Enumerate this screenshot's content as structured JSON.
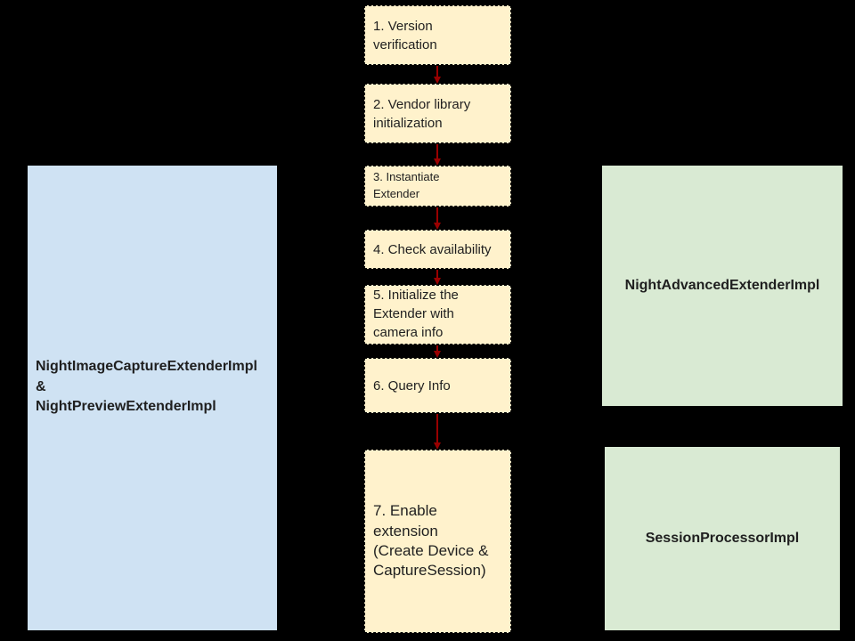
{
  "diagram": {
    "background_color": "#000000",
    "colors": {
      "step_fill": "#FFF2CC",
      "left_panel_fill": "#CFE2F3",
      "right_panel_fill": "#D9EAD3",
      "arrow": "#990000",
      "border": "#000000",
      "text": "#1f1f1f"
    },
    "steps": [
      {
        "label": "1. Version\nverification"
      },
      {
        "label": "2. Vendor library\ninitialization"
      },
      {
        "label": "3. Instantiate\nExtender"
      },
      {
        "label": "4. Check availability"
      },
      {
        "label": "5. Initialize the\nExtender with\ncamera info"
      },
      {
        "label": "6. Query Info"
      },
      {
        "label": "7. Enable\nextension\n(Create Device &\nCaptureSession)"
      }
    ],
    "left_panel": {
      "label": "NightImageCaptureExtenderImpl\n&\nNightPreviewExtenderImpl"
    },
    "right_panels": [
      {
        "label": "NightAdvancedExtenderImpl"
      },
      {
        "label": "SessionProcessorImpl"
      }
    ]
  }
}
